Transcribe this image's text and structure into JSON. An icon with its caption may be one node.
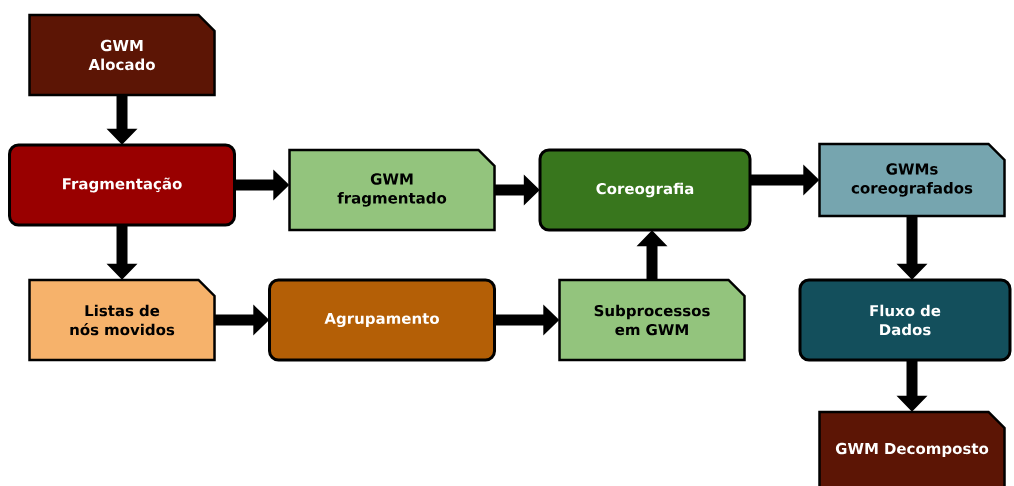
{
  "diagram": {
    "nodes": [
      {
        "text": [
          "GWM Alocado"
        ]
      },
      {
        "text": [
          "Fragmentação"
        ]
      },
      {
        "text": [
          "GWM fragmentado"
        ]
      },
      {
        "text": [
          "Coreografia"
        ]
      },
      {
        "text": [
          "GWMs coreografados"
        ]
      },
      {
        "text": [
          "Listas de nós movidos"
        ]
      },
      {
        "text": [
          "Agrupamento"
        ]
      },
      {
        "text": [
          "Subprocessos em GWM"
        ]
      },
      {
        "text": [
          "Fluxo de Dados"
        ]
      },
      {
        "text": [
          "GWM Decomposto"
        ]
      }
    ],
    "edges": [
      {
        "from": 0,
        "to": 1,
        "arrow": "to"
      },
      {
        "from": 1,
        "to": 2,
        "arrow": "to"
      },
      {
        "from": 2,
        "to": 3,
        "arrow": "to"
      },
      {
        "from": 3,
        "to": 4,
        "arrow": "to"
      },
      {
        "from": 1,
        "to": 5,
        "arrow": "to"
      },
      {
        "from": 5,
        "to": 6,
        "arrow": "to"
      },
      {
        "from": 6,
        "to": 7,
        "arrow": "to"
      },
      {
        "from": 7,
        "to": 3,
        "arrow": "to"
      },
      {
        "from": 4,
        "to": 8,
        "arrow": "to"
      },
      {
        "from": 8,
        "to": 9,
        "arrow": "to"
      }
    ]
  }
}
